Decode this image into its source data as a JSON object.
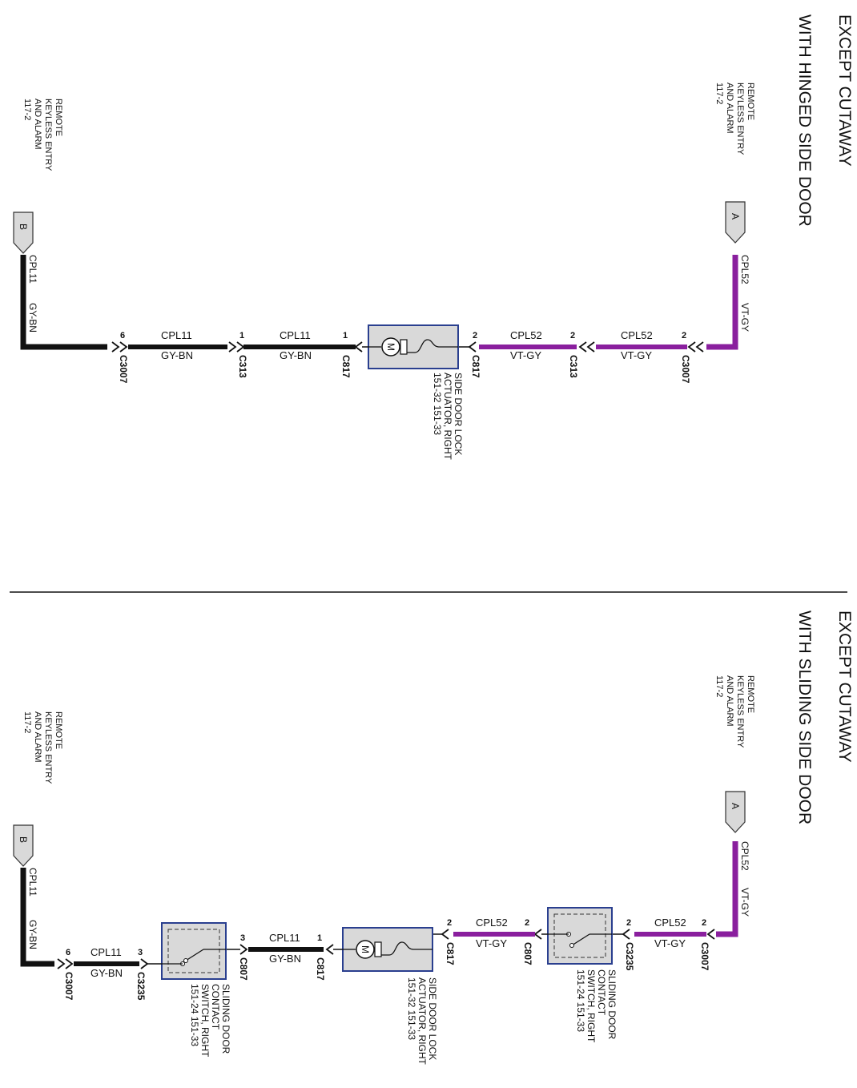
{
  "diagram_top": {
    "title_line1": "EXCEPT CUTAWAY",
    "title_line2": "WITH HINGED SIDE DOOR",
    "ref_top": [
      "REMOTE",
      "KEYLESS ENTRY",
      "AND ALARM",
      "117-2"
    ],
    "ref_bottom": [
      "REMOTE",
      "KEYLESS ENTRY",
      "AND ALARM",
      "117-2"
    ],
    "tag_a": "A",
    "tag_b": "B",
    "vertical_top_circuit": "CPL52",
    "vertical_top_color": "VT-GY",
    "vertical_bottom_circuit": "CPL11",
    "vertical_bottom_color": "GY-BN",
    "seg1_circuit": "CPL52",
    "seg1_color": "VT-GY",
    "seg2_circuit": "CPL52",
    "seg2_color": "VT-GY",
    "seg3_circuit": "CPL11",
    "seg3_color": "GY-BN",
    "seg4_circuit": "CPL11",
    "seg4_color": "GY-BN",
    "pins": {
      "c3007_top": "2",
      "c313_top": "2",
      "c817_top": "2",
      "c817_bottom": "1",
      "c313_bottom": "1",
      "c3007_bottom": "6"
    },
    "connectors": {
      "c3007_top": "C3007",
      "c313_top": "C313",
      "c817_top": "C817",
      "c817_bottom": "C817",
      "c313_bottom": "C313",
      "c3007_bottom": "C3007"
    },
    "actuator_label": [
      "SIDE DOOR LOCK",
      "ACTUATOR, RIGHT",
      "151-32   151-33"
    ],
    "motor_symbol": "M"
  },
  "diagram_bottom": {
    "title_line1": "EXCEPT CUTAWAY",
    "title_line2": "WITH SLIDING SIDE DOOR",
    "ref_top": [
      "REMOTE",
      "KEYLESS ENTRY",
      "AND ALARM",
      "117-2"
    ],
    "ref_bottom": [
      "REMOTE",
      "KEYLESS ENTRY",
      "AND ALARM",
      "117-2"
    ],
    "tag_a": "A",
    "tag_b": "B",
    "vertical_top_circuit": "CPL52",
    "vertical_top_color": "VT-GY",
    "vertical_bottom_circuit": "CPL11",
    "vertical_bottom_color": "GY-BN",
    "seg1_circuit": "CPL52",
    "seg1_color": "VT-GY",
    "seg2_circuit": "CPL52",
    "seg2_color": "VT-GY",
    "seg3_circuit": "CPL11",
    "seg3_color": "GY-BN",
    "seg4_circuit": "CPL11",
    "seg4_color": "GY-BN",
    "pins": {
      "c3007_top": "2",
      "c3235_top": "2",
      "c807_top": "2",
      "c817_top": "2",
      "c817_bottom": "1",
      "c807_bottom": "3",
      "c3235_bottom": "3",
      "c3007_bottom": "6"
    },
    "connectors": {
      "c3007_top": "C3007",
      "c3235_top": "C3235",
      "c807_top": "C807",
      "c817_top": "C817",
      "c817_bottom": "C817",
      "c807_bottom": "C807",
      "c3235_bottom": "C3235",
      "c3007_bottom": "C3007"
    },
    "switch_label": [
      "SLIDING DOOR",
      "CONTACT",
      "SWITCH, RIGHT",
      "151-24   151-33"
    ],
    "actuator_label": [
      "SIDE DOOR LOCK",
      "ACTUATOR, RIGHT",
      "151-32   151-33"
    ],
    "motor_symbol": "M"
  },
  "colors": {
    "violet": "#8a1f9e",
    "black": "#111111",
    "box_border": "#2a3f8f",
    "box_fill": "#d9d9d9"
  }
}
